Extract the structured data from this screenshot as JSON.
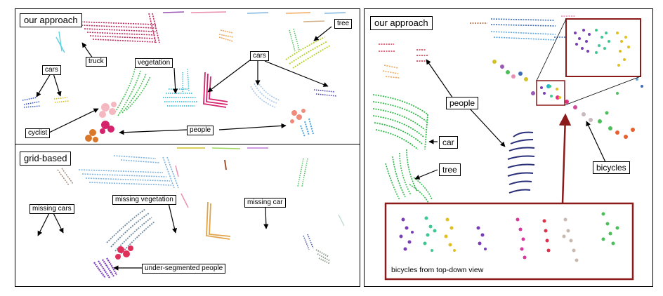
{
  "left": {
    "top_panel": {
      "title": "our approach",
      "labels": {
        "truck": "truck",
        "cars_left": "cars",
        "vegetation": "vegetation",
        "cars_right": "cars",
        "tree": "tree",
        "cyclist": "cyclist",
        "people": "people"
      }
    },
    "bottom_panel": {
      "title": "grid-based",
      "labels": {
        "missing_cars": "missing cars",
        "missing_vegetation": "missing vegetation",
        "missing_car": "missing car",
        "under_segmented_people": "under-segmented people"
      }
    }
  },
  "right": {
    "title": "our approach",
    "labels": {
      "people": "people",
      "car": "car",
      "tree": "tree",
      "bicycles": "bicycles"
    },
    "inset_caption": "bicycles from top-down view"
  },
  "colors": {
    "frame": "#000000",
    "highlight": "#8b1a1a",
    "car_green": "#33b84a",
    "people_navy": "#2a2f7a",
    "truck_magenta": "#c0285a",
    "vegetation_cyan": "#1fb8d0",
    "missing_veg_grey": "#6f8aa0"
  }
}
